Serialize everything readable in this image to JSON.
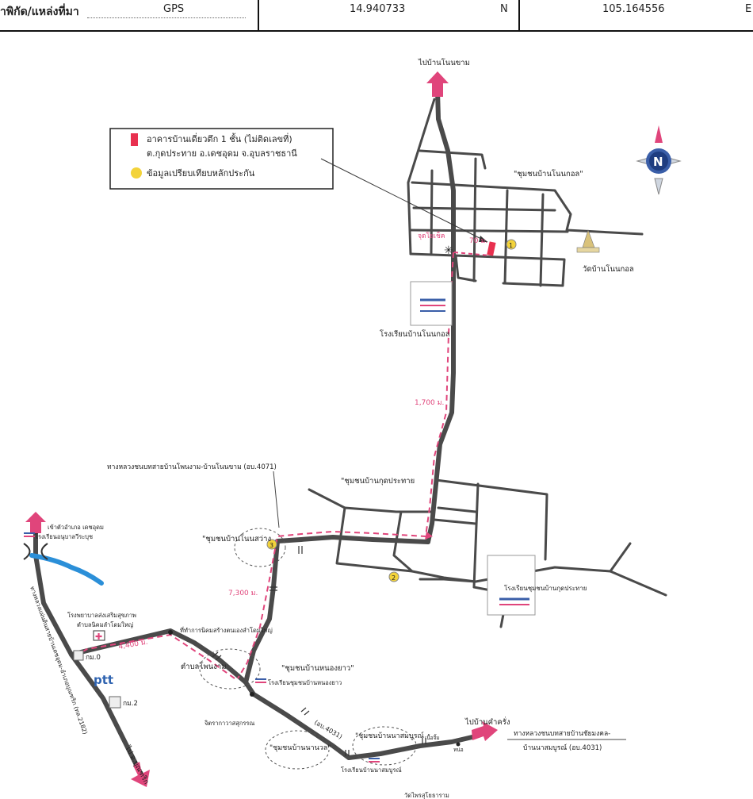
{
  "header": {
    "location_label": "าพิกัด/แหล่งที่มา",
    "source": "GPS",
    "latitude": "14.940733",
    "lat_dir": "N",
    "longitude": "105.164556",
    "lon_dir": "E"
  },
  "legend": {
    "building": "อาคารบ้านเดี่ยวตึก 1 ชั้น (ไม่ติดเลขที่)",
    "address": "ต.กุดประทาย   อ.เดชอุดม   จ.อุบลราชธานี",
    "comparables": "ข้อมูลเปรียบเทียบหลักประกัน"
  },
  "compass": {
    "letter": "N"
  },
  "labels": {
    "to_non_kham": "ไปบ้านโนนขาม",
    "community_non_kol": "\"ชุมชนบ้านโนนกอล\"",
    "wat_non_kol": "วัดบ้านโนนกอล",
    "school_non_kol": "โรงเรียนบ้านโนนกอล",
    "check_point": "จุดโยเช็ค",
    "dist_70": "70 ม.",
    "dist_1700": "1,700 ม.",
    "rural_road_4071": "ทางหลวงชนบทสายบ้านโพนงาม-บ้านโนนขาม (อบ.4071)",
    "community_kut_prathai": "\"ชุมชนบ้านกุดประทาย",
    "school_kut_prathai": "โรงเรียนชุมชนบ้านกุดประทาย",
    "community_non_sawang": "\"ชุมชนบ้านโนนสว่าง",
    "dist_7300": "7,300 ม.",
    "to_det_udom": "เข้าตัวอำเภอ เดชอุดม",
    "school_anubal": "โรงเรียนอนุบาลวีระบุช",
    "hospital": "โรงพยาบาลส่งเสริมสุขภาพ",
    "hospital2": "ตำบลนิคมลำโดมใหญ่",
    "km0": "กม.0",
    "dist_4400": "4,400 ม.",
    "office": "ที่ทำการนิคมสร้างตนเองลำโดมใหญ่",
    "ptt": "ptt",
    "km2": "กม.2",
    "tambon_phon_ngam": "ตำบลโพนงาม",
    "community_nong_yao": "\"ชุมชนบ้านหนองยาว\"",
    "school_nong_yao": "โรงเรียนชุมชนบ้านหนองยาว",
    "highway_2182": "ทางหลวงแผ่นดินสายบ้านเดชอุดม-อำเภอบุณฑริก (ทล.2182)",
    "to_buntharik": "ไป อ.บุณฑริก",
    "wat_sukkarin": "จิตรากาวาสสุกรรณ",
    "road_4031": "(อบ.4031)",
    "community_na_nuan": "\"ชุมชนบ้านนานวล\"",
    "community_na_somboon": "\"ชุมชนบ้านนาสมบูรณ์",
    "school_na_somboon": "โรงเรียนบ้านนาสมบูรณ์",
    "to_kham_khrang": "ไปบ้านคำครั่ง",
    "rural_road_4031a": "ทางหลวงชนบทสายบ้านชัยมงคล-",
    "rural_road_4031b": "บ้านนาสมบูรณ์ (อบ.4031)",
    "small_a": "เนื้อจิ้ม",
    "small_b": "หน่อ",
    "bottom_cut": "วัดไพรสุโยธาราม",
    "marker_1": "1",
    "marker_2": "2",
    "marker_3": "3"
  },
  "colors": {
    "road": "#4a4a4a",
    "route": "#e0457b",
    "marker": "#f3d33a",
    "arrow": "#e0457b",
    "building": "#e8304f",
    "river": "#2b8fd8"
  }
}
